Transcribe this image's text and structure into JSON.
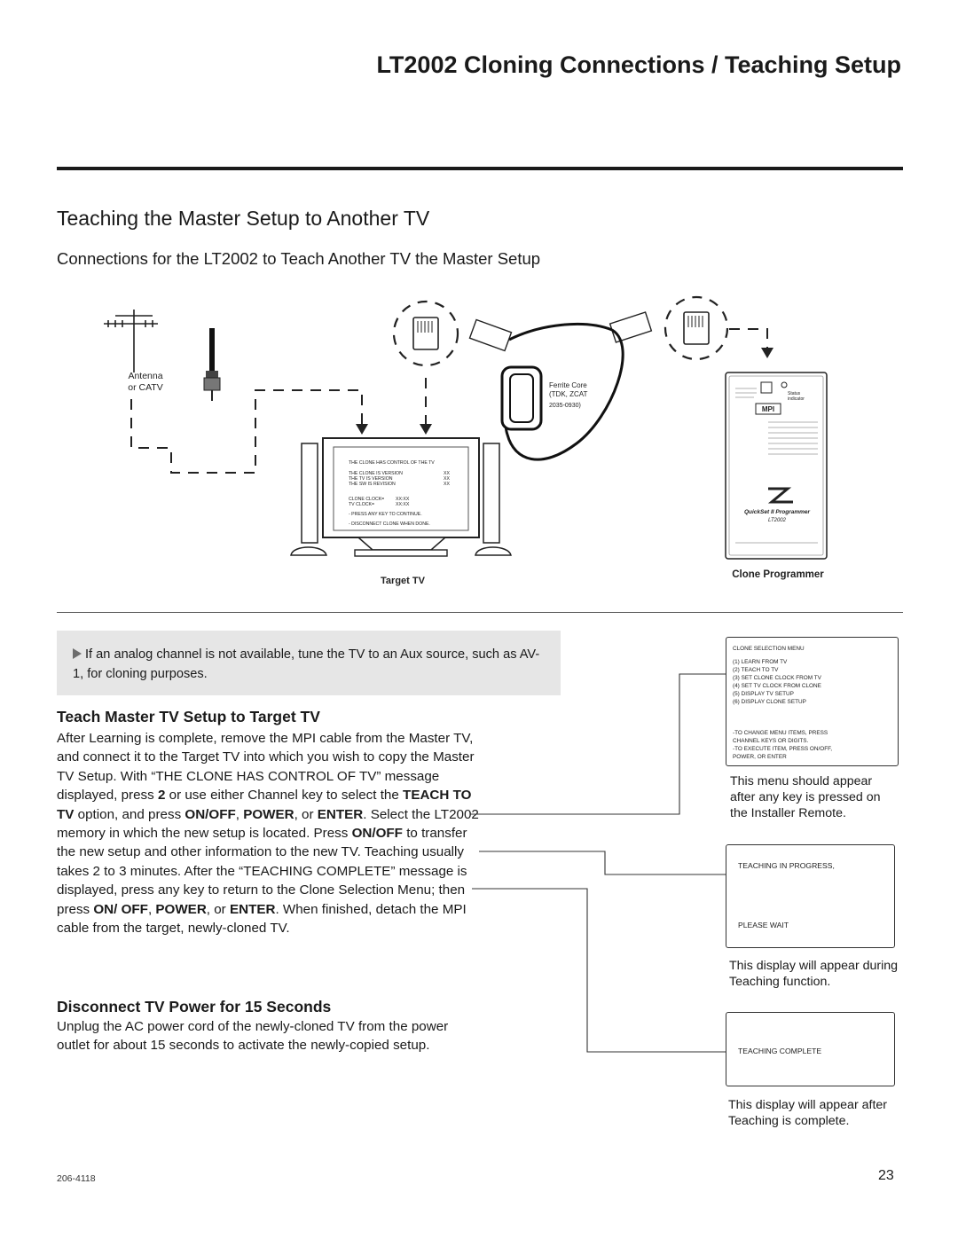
{
  "header": {
    "title": "LT2002 Cloning Connections / Teaching Setup"
  },
  "section": {
    "heading": "Teaching the Master Setup to Another TV",
    "subheading": "Connections for the LT2002 to Teach Another TV the Master Setup"
  },
  "diagram": {
    "antenna_label_1": "Antenna",
    "antenna_label_2": "or CATV",
    "ferrite_1": "Ferrite Core",
    "ferrite_2": "(TDK, ZCAT",
    "ferrite_3": "2035-0930)",
    "target_tv_label": "Target TV",
    "clone_programmer_label": "Clone Programmer",
    "tv_screen": {
      "l1": "THE CLONE HAS CONTROL OF THE TV",
      "l2": "THE CLONE IS VERSION",
      "l3": "THE TV IS VERSION",
      "l4": "THE SW IS REVISION",
      "xx": "XX",
      "l5": "CLONE CLOCK=",
      "l6": "TV    CLOCK=",
      "clockval": "XX:XX",
      "l7": "- PRESS ANY KEY TO CONTINUE.",
      "l8": "- DISCONNECT CLONE WHEN DONE."
    },
    "programmer": {
      "mpi": "MPI",
      "status": "Status",
      "indicator": "indicator",
      "model": "QuickSet II Programmer",
      "model_code": "LT2002"
    }
  },
  "note": {
    "text": "If an analog channel is not available, tune the TV to an Aux source, such as AV-1, for cloning purposes."
  },
  "teach": {
    "heading": "Teach Master TV Setup to Target TV",
    "p1": "After Learning is complete, remove the MPI cable from the Master TV, and connect it to the Target TV into which you wish to copy the Master TV Setup. With “THE CLONE HAS CONTROL OF TV” message displayed, press ",
    "b1": "2",
    "p2": " or use either Channel key to select the ",
    "b2": "TEACH TO TV",
    "p3": " option, and press ",
    "b3": "ON/OFF",
    "p4": ", ",
    "b4": "POWER",
    "p5": ", or ",
    "b5": "ENTER",
    "p6": ". Select the LT2002 memory in which the new setup is located. Press ",
    "b6": "ON/OFF",
    "p7": " to transfer the new setup and other information to the new TV. Teaching usually takes 2 to 3 minutes. After the “TEACHING COMPLETE” message is displayed, press any key to return to the Clone Selection Menu; then press ",
    "b7": "ON/ OFF",
    "p8": ", ",
    "b8": "POWER",
    "p9": ", or ",
    "b9": "ENTER",
    "p10": ". When finished, detach the MPI cable from the target, newly-cloned TV."
  },
  "disconnect": {
    "heading": "Disconnect TV Power for 15 Seconds",
    "body": "Unplug the AC power cord of the newly-cloned TV from the power outlet for about 15 seconds to activate the newly-copied setup."
  },
  "menu_screen": {
    "title": "CLONE SELECTION MENU",
    "items": [
      "(1) LEARN FROM TV",
      "(2) TEACH TO TV",
      "(3) SET CLONE CLOCK FROM TV",
      "(4) SET TV CLOCK FROM CLONE",
      "(5) DISPLAY TV SETUP",
      "(6) DISPLAY CLONE SETUP"
    ],
    "help": [
      "-TO CHANGE MENU ITEMS,  PRESS",
      "CHANNEL KEYS OR DIGITS.",
      "-TO EXECUTE ITEM, PRESS ON/OFF,",
      "POWER, OR ENTER"
    ],
    "caption": "This menu should appear after any key is pressed on the Installer Remote."
  },
  "progress_screen": {
    "line1": "TEACHING IN PROGRESS,",
    "line2": "PLEASE WAIT",
    "caption": "This display will appear during Teaching function."
  },
  "complete_screen": {
    "line1": "TEACHING COMPLETE",
    "caption": "This display will appear after Teaching is complete."
  },
  "footer": {
    "code": "206-4118",
    "page": "23"
  }
}
